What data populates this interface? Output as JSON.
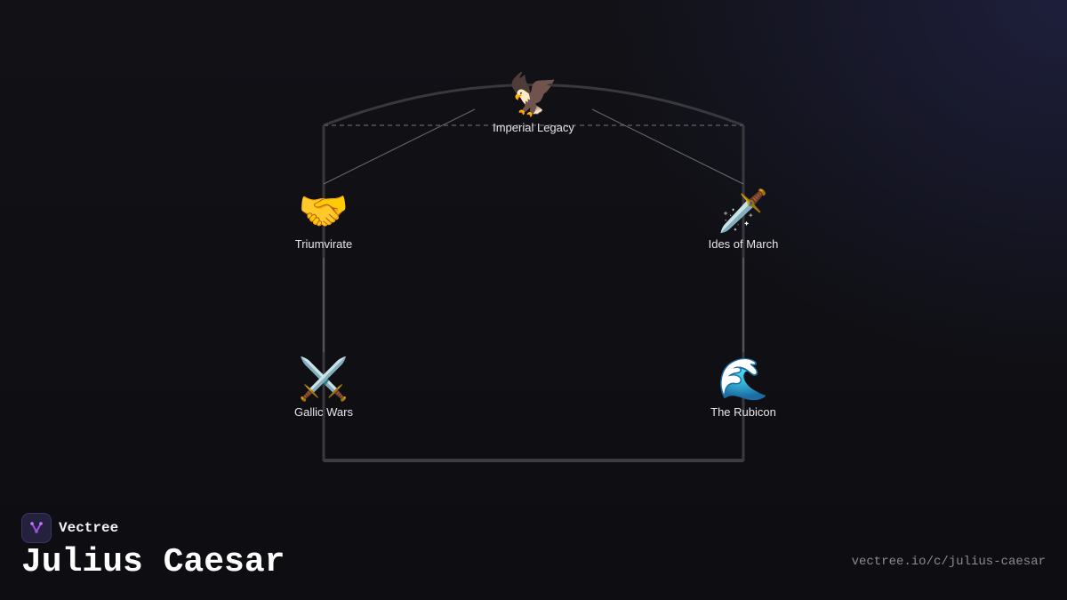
{
  "diagram": {
    "nodes": [
      {
        "id": "imperial-legacy",
        "label": "Imperial Legacy",
        "icon": "eagle-icon",
        "glyph": "🦅"
      },
      {
        "id": "triumvirate",
        "label": "Triumvirate",
        "icon": "handshake-icon",
        "glyph": "🤝"
      },
      {
        "id": "ides-of-march",
        "label": "Ides of March",
        "icon": "dagger-icon",
        "glyph": "🗡️"
      },
      {
        "id": "gallic-wars",
        "label": "Gallic Wars",
        "icon": "crossed-swords-icon",
        "glyph": "⚔️"
      },
      {
        "id": "the-rubicon",
        "label": "The Rubicon",
        "icon": "water-wave-icon",
        "glyph": "🌊"
      }
    ],
    "edges": [
      {
        "from": "imperial-legacy",
        "to": "triumvirate"
      },
      {
        "from": "imperial-legacy",
        "to": "ides-of-march"
      },
      {
        "from": "triumvirate",
        "to": "gallic-wars"
      },
      {
        "from": "ides-of-march",
        "to": "the-rubicon"
      }
    ],
    "colors": {
      "frame": "#38383d",
      "edge": "#6b6b73",
      "label": "#e6e6ea"
    }
  },
  "brand": {
    "name": "Vectree",
    "logo_icon": "vectree-logo-icon",
    "logo_color": "#a24fe0"
  },
  "title": "Julius Caesar",
  "url": "vectree.io/c/julius-caesar"
}
